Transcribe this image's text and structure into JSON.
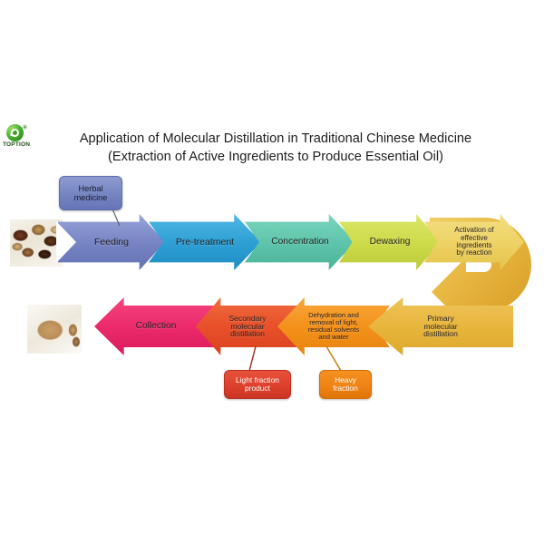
{
  "brand": {
    "name": "TOPTION",
    "logo_icon": "leaf-circle-icon",
    "star_glyph": "✳",
    "accent_color": "#3f9c27"
  },
  "title": {
    "line1": "Application of Molecular Distillation in Traditional Chinese Medicine",
    "line2": "(Extraction of Active Ingredients to Produce Essential Oil)"
  },
  "photos": {
    "herbs": "dried-herbs-photo",
    "bowl": "herbal-oil-bowl-photo"
  },
  "callouts": {
    "herbal_medicine": "Herbal\nmedicine",
    "light_fraction": "Light fraction\nproduct",
    "heavy_fraction": "Heavy\nfraction"
  },
  "flow": {
    "row1_direction": "left-to-right",
    "row2_direction": "right-to-left",
    "uturn_color": "#e3aa33",
    "row1": [
      {
        "label": "Feeding",
        "color": "#7684c4",
        "font_size": 10.5
      },
      {
        "label": "Pre-treatment",
        "color": "#2e9fd4",
        "font_size": 10.5
      },
      {
        "label": "Concentration",
        "color": "#5ec4ab",
        "font_size": 10.2
      },
      {
        "label": "Dewaxing",
        "color": "#cddb4b",
        "font_size": 10.2
      },
      {
        "label": "Activation of\neffective\ningredients\nby reaction",
        "color": "#eed264",
        "font_size": 8.0
      }
    ],
    "row2": [
      {
        "label": "Collection",
        "color": "#ec2a6b",
        "font_size": 10.2
      },
      {
        "label": "Secondary\nmolecular\ndistillation",
        "color": "#e8502a",
        "font_size": 8.6
      },
      {
        "label": "Dehydration and\nremoval of light,\nresidual solvents\nand water",
        "color": "#f3911b",
        "font_size": 7.6
      },
      {
        "label": "Primary\nmolecular\ndistillation",
        "color": "#e8b53c",
        "font_size": 8.6
      }
    ]
  }
}
